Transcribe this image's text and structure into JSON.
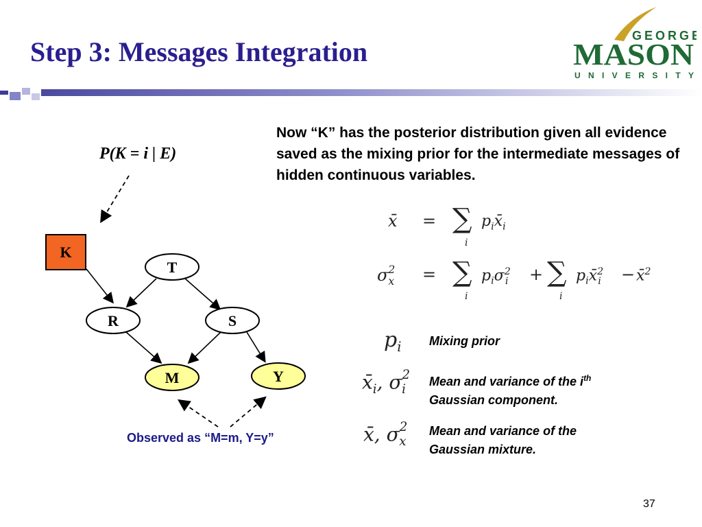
{
  "slide": {
    "title": "Step 3: Messages Integration",
    "page_number": "37"
  },
  "logo": {
    "line1": "GEORGE",
    "line2": "MASON",
    "line3": "UNIVERSITY",
    "colors": {
      "green": "#1f6a35",
      "gold": "#c9a227"
    }
  },
  "main_text": "Now “K” has the posterior distribution given all evidence saved as the mixing prior for the intermediate messages of hidden continuous variables.",
  "formulas": {
    "mean": "x̄ = Σᵢ pᵢ x̄ᵢ",
    "variance": "σₓ² = Σᵢ pᵢ σᵢ² + Σᵢ pᵢ x̄ᵢ² − x̄²"
  },
  "legend": {
    "items": [
      {
        "symbol": "pᵢ",
        "text": "Mixing prior"
      },
      {
        "symbol": "x̄ᵢ, σᵢ²",
        "text_before_sup": "Mean and variance of the i",
        "sup": "th",
        "text_after": "Gaussian component."
      },
      {
        "symbol": "x̄, σₓ²",
        "text": "Mean and variance of the Gaussian mixture."
      }
    ]
  },
  "diagram": {
    "probability_label": "P(K = i | E)",
    "nodes": {
      "K": "K",
      "T": "T",
      "R": "R",
      "S": "S",
      "M": "M",
      "Y": "Y"
    },
    "observed_label": "Observed as “M=m, Y=y”",
    "colors": {
      "K_fill": "#f26522",
      "observed_fill": "#ffff99"
    }
  }
}
